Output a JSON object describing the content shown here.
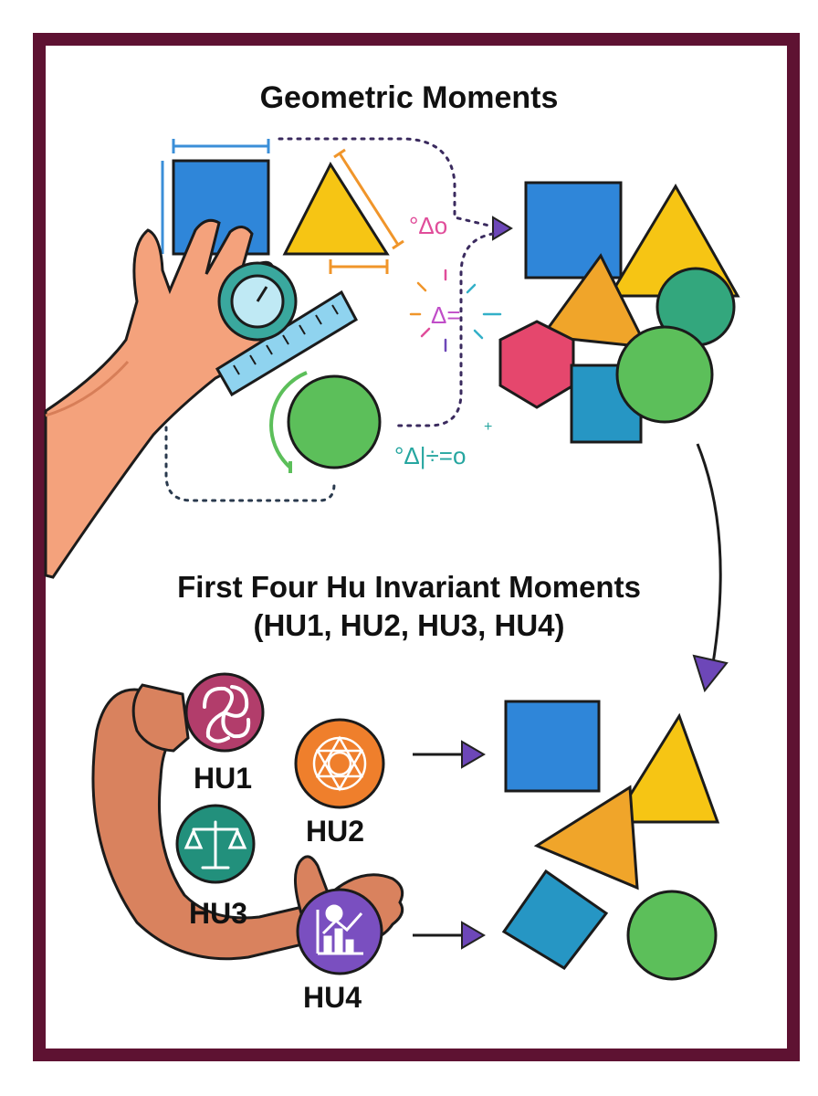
{
  "titles": {
    "top": "Geometric Moments",
    "middle_line1": "First Four Hu Invariant Moments",
    "middle_line2": "(HU1, HU2, HU3, HU4)"
  },
  "hu_labels": {
    "hu1": "HU1",
    "hu2": "HU2",
    "hu3": "HU3",
    "hu4": "HU4"
  },
  "formula_glyphs": {
    "upper": "°Δo",
    "middle": "Δ=",
    "lower": "°Δ|÷=o"
  },
  "colors": {
    "frame": "#5e1232",
    "square_blue": "#2f86d9",
    "triangle_yellow": "#f6c514",
    "triangle_orange": "#f0a52a",
    "circle_green": "#5cbf5a",
    "circle_teal": "#33a77d",
    "hexagon_pink": "#e5476d",
    "square_teal": "#2696c4",
    "hu1_badge": "#b23d6b",
    "hu2_badge": "#ef7f2c",
    "hu3_badge": "#22907c",
    "hu4_badge": "#7a4fc0",
    "arrowhead": "#6d47b8"
  },
  "icons": [
    "hand-icon",
    "measuring-tool-icon",
    "ruler-icon",
    "spiral-icon",
    "mandala-icon",
    "balance-scale-icon",
    "chart-growth-icon",
    "arm-icon"
  ]
}
